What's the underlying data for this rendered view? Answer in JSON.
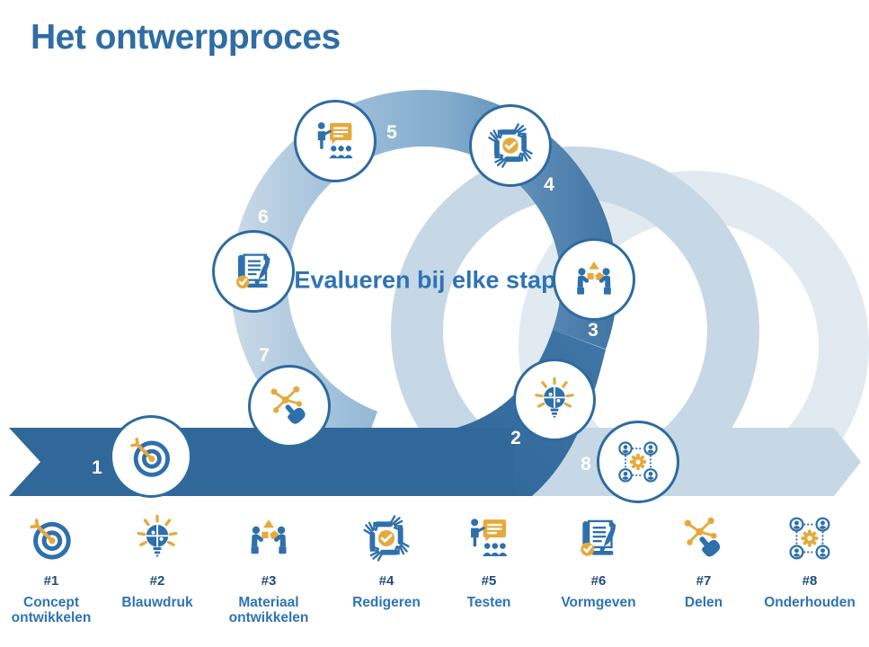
{
  "title": "Het ontwerpproces",
  "center_label": "Evalueren bij elke stap",
  "colors": {
    "title_blue": "#2f6da3",
    "center_text_blue": "#2e73b6",
    "dark_band": "#31689a",
    "mid_ring": "#84adce",
    "light_band": "#c6d7e6",
    "ghost_ring": "#e1eaf1",
    "icon_blue": "#2e70ab",
    "icon_gold": "#e5a93c",
    "circle_border": "#2d6ba0",
    "step_number_color": "#ffffff",
    "tag_navy": "#1f4e79",
    "item_label_blue": "#2e74b5"
  },
  "loop_steps": [
    {
      "num": "1",
      "icon": "target-icon"
    },
    {
      "num": "2",
      "icon": "idea-icon"
    },
    {
      "num": "3",
      "icon": "collaborate-icon"
    },
    {
      "num": "4",
      "icon": "hands-check-icon"
    },
    {
      "num": "5",
      "icon": "presentation-icon"
    },
    {
      "num": "6",
      "icon": "scroll-icon"
    },
    {
      "num": "7",
      "icon": "share-icon"
    },
    {
      "num": "8",
      "icon": "team-gear-icon"
    }
  ],
  "bottom_items": [
    {
      "tag": "#1",
      "label": "Concept ontwikkelen",
      "icon": "target-icon"
    },
    {
      "tag": "#2",
      "label": "Blauwdruk",
      "icon": "idea-icon"
    },
    {
      "tag": "#3",
      "label": "Materiaal ontwikkelen",
      "icon": "collaborate-icon"
    },
    {
      "tag": "#4",
      "label": "Redigeren",
      "icon": "hands-check-icon"
    },
    {
      "tag": "#5",
      "label": "Testen",
      "icon": "presentation-icon"
    },
    {
      "tag": "#6",
      "label": "Vormgeven",
      "icon": "scroll-icon"
    },
    {
      "tag": "#7",
      "label": "Delen",
      "icon": "share-icon"
    },
    {
      "tag": "#8",
      "label": "Onderhouden",
      "icon": "team-gear-icon"
    }
  ]
}
